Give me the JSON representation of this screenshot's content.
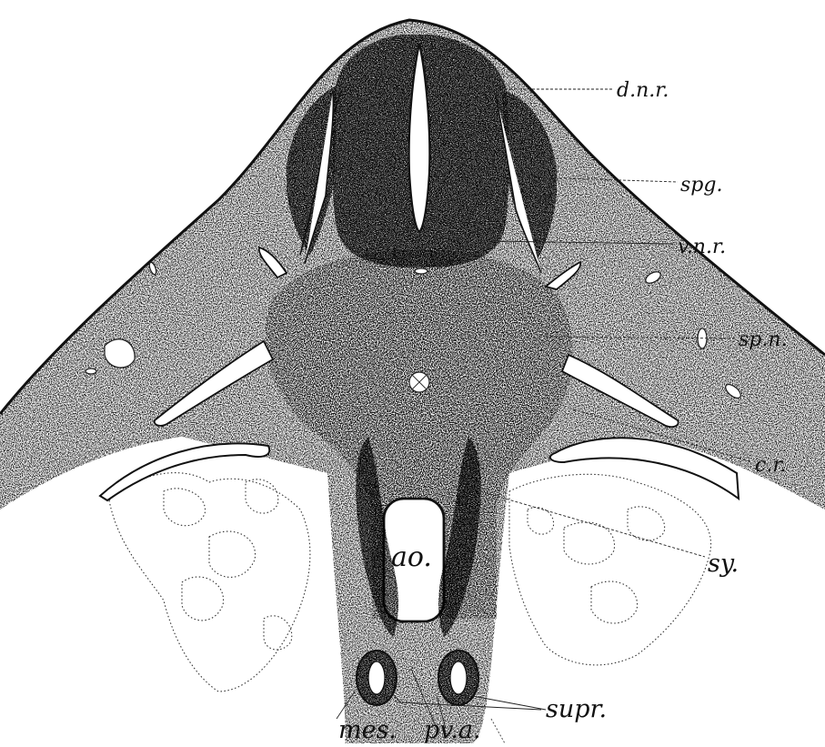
{
  "figure": {
    "labels": {
      "dnr": "d.n.r.",
      "spg": "spg.",
      "vnr": "v.n.r.",
      "spn": "sp.n.",
      "cr": "c.r.",
      "sy": "sy.",
      "ao": "ao.",
      "supr": "supr.",
      "mes": "mes.",
      "pva": "pv.a."
    }
  }
}
